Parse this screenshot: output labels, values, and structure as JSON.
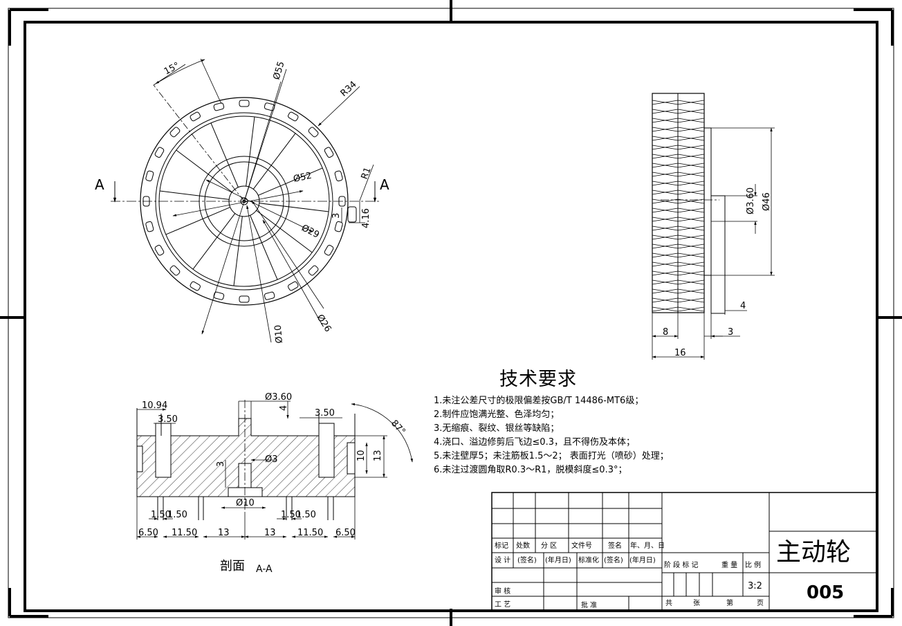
{
  "drawing": {
    "title": "主动轮",
    "drawing_number": "005",
    "section_caption": "剖面",
    "section_label": "A-A",
    "section_marker": "A"
  },
  "dims": {
    "angle_15": "15°",
    "d55": "Ø55",
    "r34": "R34",
    "d52": "Ø52",
    "r1": "R1",
    "d29": "Ø29",
    "d10": "Ø10",
    "d26": "Ø26",
    "three": "3",
    "four_sixteen": "4.16",
    "d3_60": "Ø3.60",
    "d46": "Ø46",
    "four": "4",
    "eight": "8",
    "sixteen": "16",
    "s_10_94": "10.94",
    "s_3_50": "3.50",
    "s_4": "4",
    "s_87": "87°",
    "s_10": "10",
    "s_13": "13",
    "s_d3": "Ø3",
    "s_1_50": "1.50",
    "s_6_50": "6.50",
    "s_11_50": "11.50"
  },
  "requirements": {
    "heading": "技术要求",
    "items": [
      "1.未注公差尺寸的极限偏差按GB/T 14486-MT6级；",
      "2.制件应饱满光整、色泽均匀；",
      "3.无缩痕、裂纹、银丝等缺陷；",
      "4.浇口、溢边修剪后飞边≤0.3，且不得伤及本体；",
      "5.未注壁厚5；未注筋板1.5～2； 表面打光（喷砂）处理；",
      "6.未注过渡圆角取R0.3～R1，脱模斜度≤0.3°；"
    ]
  },
  "title_block": {
    "mark": "标记",
    "count": "处数",
    "zone": "分 区",
    "doc_no": "文件号",
    "sign": "签名",
    "date": "年、月、日",
    "design": "设 计",
    "sign_p": "(签名)",
    "date_p": "(年月日)",
    "standard": "标准化",
    "sign_p2": "(签名)",
    "date_p2": "(年月日)",
    "stage": "阶 段 标 记",
    "weight": "重 量",
    "scale_label": "比 例",
    "scale_value": "3:2",
    "review": "审 核",
    "process": "工 艺",
    "approve": "批 准",
    "total": "共",
    "sheet": "张",
    "num": "第",
    "page": "页"
  }
}
